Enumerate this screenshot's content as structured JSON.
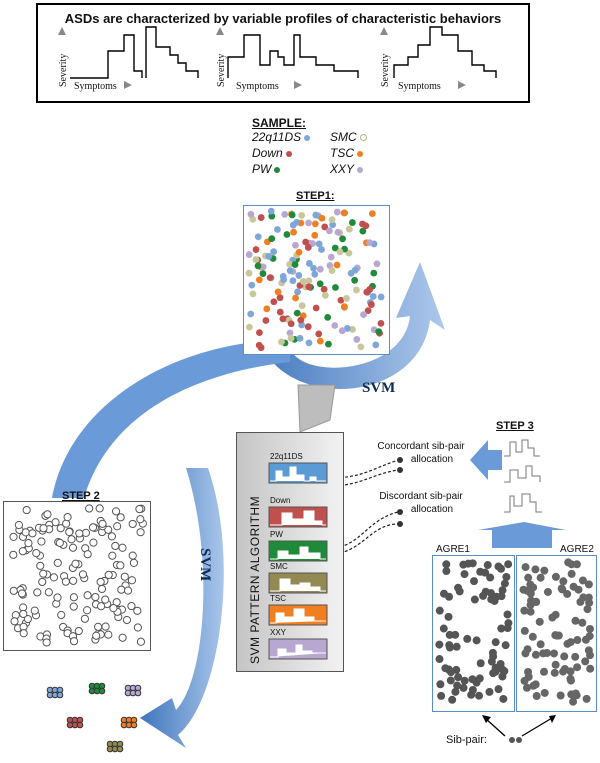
{
  "header": {
    "title": "ASDs are characterized by variable profiles of characteristic behaviors",
    "y_axis_label": "Severity",
    "x_axis_label": "Symptoms"
  },
  "sample": {
    "title": "SAMPLE:",
    "items": [
      {
        "label": "22q11DS",
        "color": "#7fa6d8"
      },
      {
        "label": "SMC",
        "color": "#c9c79a"
      },
      {
        "label": "Down",
        "color": "#c0504d"
      },
      {
        "label": "TSC",
        "color": "#f07f21"
      },
      {
        "label": "PW",
        "color": "#1e8a3a"
      },
      {
        "label": "XXY",
        "color": "#b7a7d1"
      }
    ]
  },
  "steps": {
    "step1": "STEP1:",
    "step2": "STEP 2",
    "step3": "STEP 3"
  },
  "svm_label": "SVM",
  "algorithm": {
    "title": "SVM PATTERN ALGORITHM",
    "classes": [
      {
        "name": "22q11DS",
        "color": "#5b9bd5"
      },
      {
        "name": "Down",
        "color": "#c0504d"
      },
      {
        "name": "PW",
        "color": "#1e8a3a"
      },
      {
        "name": "SMC",
        "color": "#938953"
      },
      {
        "name": "TSC",
        "color": "#f07f21"
      },
      {
        "name": "XXY",
        "color": "#b7a7d1"
      }
    ]
  },
  "allocation": {
    "concordant": "Concordant sib-pair allocation",
    "concordant_l1": "Concordant sib-pair",
    "concordant_l2": "allocation",
    "discordant_l1": "Discordant sib-pair",
    "discordant_l2": "allocation"
  },
  "agre": {
    "left": "AGRE1",
    "right": "AGRE2"
  },
  "sibpair": "Sib-pair:"
}
